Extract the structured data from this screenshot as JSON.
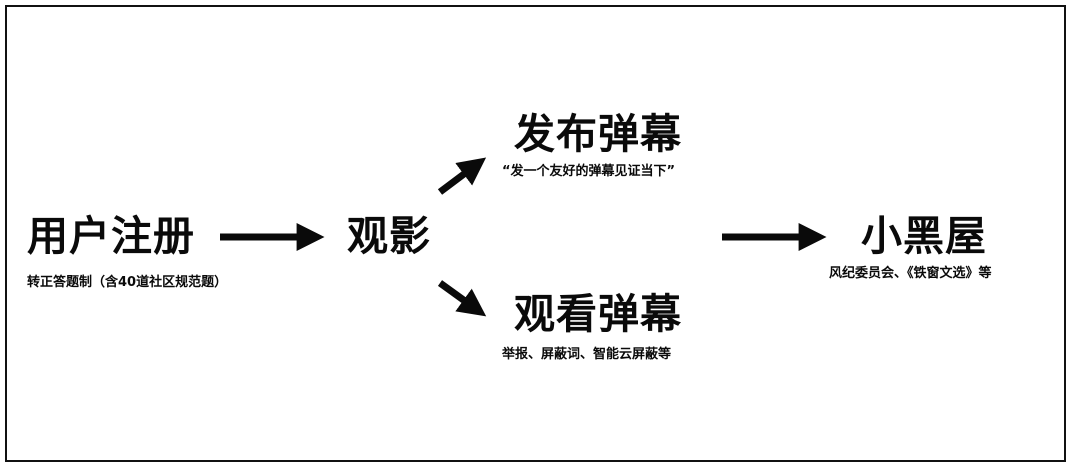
{
  "nodes": {
    "register": {
      "title": "用户注册",
      "caption": "转正答题制（含40道社区规范题）"
    },
    "watch_video": {
      "title": "观影"
    },
    "post_danmaku": {
      "title": "发布弹幕",
      "caption": "“发一个友好的弹幕见证当下”"
    },
    "view_danmaku": {
      "title": "观看弹幕",
      "caption": "举报、屏蔽词、智能云屏蔽等"
    },
    "blackroom": {
      "title": "小黑屋",
      "caption": "风纪委员会、《铁窗文选》等"
    }
  },
  "colors": {
    "ink": "#0a0a0a",
    "frame": "#111111",
    "background": "#ffffff"
  }
}
